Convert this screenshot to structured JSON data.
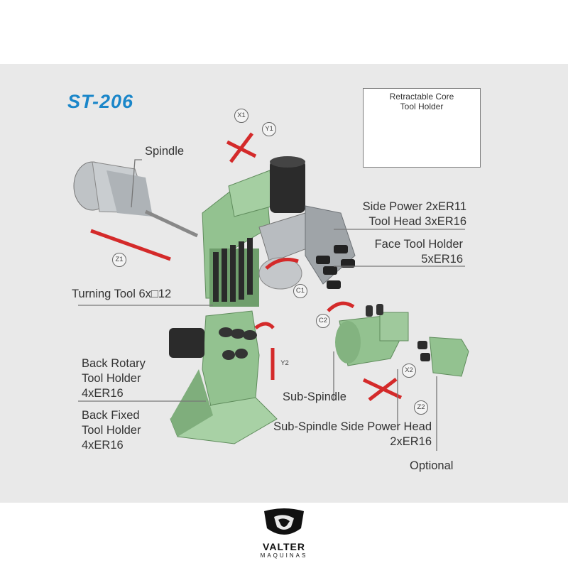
{
  "title": "ST-206",
  "inset": {
    "title_line1": "Retractable Core",
    "title_line2": "Tool Holder"
  },
  "labels": {
    "spindle": "Spindle",
    "side_power_1": "Side Power  2xER11",
    "side_power_2": "Tool Head  3xER16",
    "face_tool_1": "Face Tool Holder",
    "face_tool_2": "5xER16",
    "turning_tool": "Turning Tool 6x□12",
    "back_rotary_1": "Back Rotary",
    "back_rotary_2": "Tool Holder",
    "back_rotary_3": "4xER16",
    "back_fixed_1": "Back Fixed",
    "back_fixed_2": "Tool Holder",
    "back_fixed_3": "4xER16",
    "sub_spindle": "Sub-Spindle",
    "sub_side_power_1": "Sub-Spindle Side Power Head",
    "sub_side_power_2": "2xER16",
    "optional": "Optional"
  },
  "axes": {
    "x1": "X1",
    "y1": "Y1",
    "z1": "Z1",
    "c1": "C1",
    "c2": "C2",
    "y2": "Y2",
    "x2": "X2",
    "z2": "Z2"
  },
  "brand": {
    "name": "VALTER",
    "sub": "MAQUINAS"
  },
  "colors": {
    "title_blue": "#1a86c9",
    "machine_green": "#8fbf8a",
    "arrow_red": "#d42a2a",
    "panel": "#e9e9e9"
  }
}
